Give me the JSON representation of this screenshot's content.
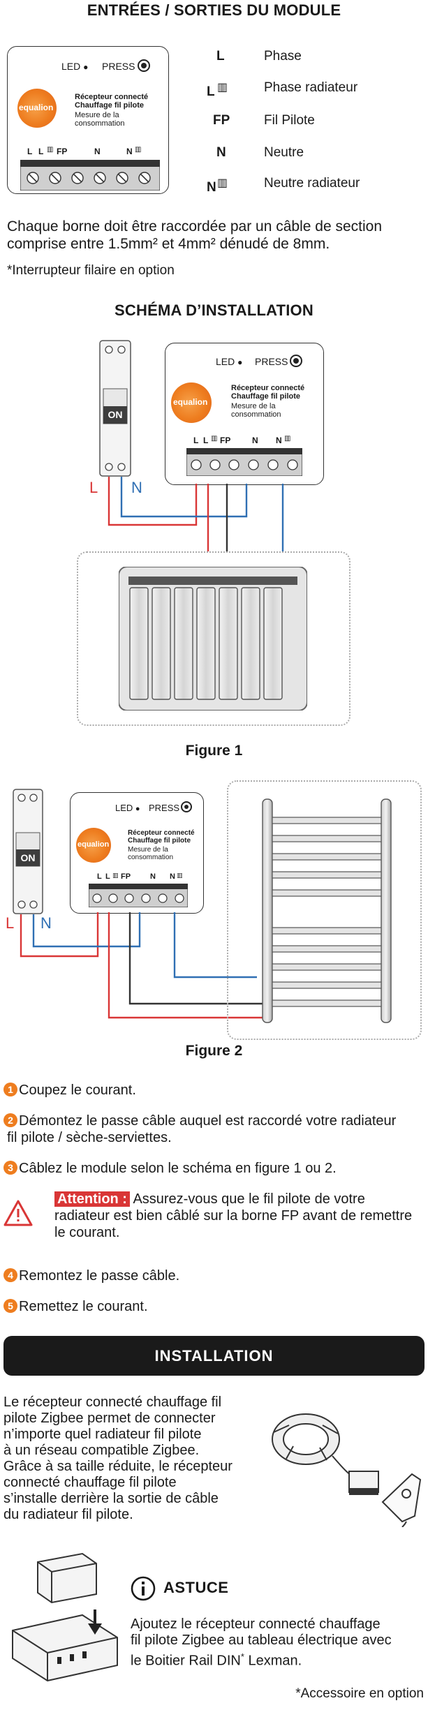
{
  "module_io": {
    "title": "ENTRÉES / SORTIES DU MODULE",
    "rows": [
      {
        "code": "L",
        "desc": "Phase"
      },
      {
        "code": "L",
        "desc": "Phase radiateur"
      },
      {
        "code": "FP",
        "desc": "Fil Pilote"
      },
      {
        "code": "N",
        "desc": "Neutre"
      },
      {
        "code": "N",
        "desc": "Neutre radiateur"
      }
    ],
    "wire_note": "Chaque borne doit être raccordée par un câble de section comprise entre 1.5mm² et 4mm² dénudé de 8mm.",
    "switch_note": "*Interrupteur filaire en option"
  },
  "module": {
    "led_label": "LED",
    "press_label": "PRESS",
    "logo_text": "equalion",
    "name_line1": "Récepteur connecté",
    "name_line2": "Chauffage fil pilote",
    "sub_line1": "Mesure de la",
    "sub_line2": "consommation",
    "terminals": [
      "L",
      "L",
      "FP",
      "N",
      "N"
    ]
  },
  "schema": {
    "title": "SCHÉMA D’INSTALLATION",
    "breaker_label": "ON",
    "wire_L": "L",
    "wire_N": "N",
    "figure1_caption": "Figure 1",
    "figure2_caption": "Figure 2"
  },
  "steps": {
    "s1_num": "1",
    "s1": "Coupez le courant.",
    "s2_num": "2",
    "s2_a": "Démontez le passe câble auquel est raccordé votre radiateur",
    "s2_b": "fil pilote / sèche-serviettes.",
    "s3_num": "3",
    "s3": "Câblez le module selon le schéma en figure 1 ou 2.",
    "attention_label": "Attention :",
    "attention_a": " Assurez-vous que le fil pilote de votre",
    "attention_b": "radiateur est bien câblé sur la borne FP avant de remettre",
    "attention_c": "le courant.",
    "s4_num": "4",
    "s4": "Remontez le passe câble.",
    "s5_num": "5",
    "s5": "Remettez le courant."
  },
  "installation": {
    "banner": "INSTALLATION",
    "lines": [
      "Le récepteur connecté chauffage fil",
      "pilote Zigbee permet de connecter",
      "n’importe quel radiateur fil pilote",
      "à un réseau compatible Zigbee.",
      "Grâce à sa taille réduite, le récepteur",
      "connecté chauffage fil pilote",
      "s’installe derrière la sortie de câble",
      "du radiateur fil pilote."
    ]
  },
  "tip": {
    "title": "ASTUCE",
    "line1": "Ajoutez le  récepteur connecté chauffage",
    "line2": "fil pilote  Zigbee au tableau électrique avec",
    "line3_a": "le Boitier Rail DIN",
    "line3_star": "*",
    "line3_b": " Lexman.",
    "footnote": "*Accessoire en option"
  },
  "colors": {
    "accent": "#ee7d1f",
    "live_wire": "#d93636",
    "neutral_wire": "#2f6fb3",
    "pilot_wire": "#333333",
    "attention_bg": "#d93636"
  }
}
